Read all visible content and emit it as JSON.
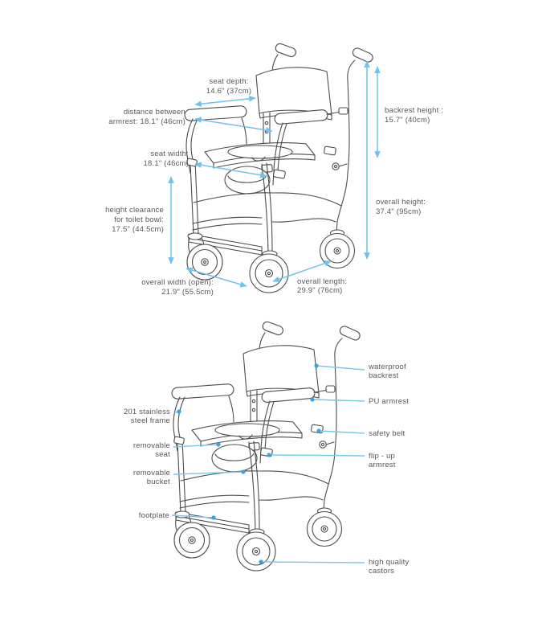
{
  "document": {
    "type": "product dimension and feature diagram",
    "subject": "shower commode wheelchair"
  },
  "colors": {
    "background": "#ffffff",
    "drawing_line": "#4c4c4f",
    "dimension_arrow": "#6fc2ec",
    "leader_line": "#7cc6ec",
    "callout_dot": "#38a2de",
    "label_text": "#58585b"
  },
  "dims": {
    "seat_depth": {
      "label": "seat depth:",
      "value": "14.6\" (37cm)"
    },
    "distance_armrest": {
      "label": "distance between",
      "value": "armrest: 18.1\" (46cm)"
    },
    "seat_width": {
      "label": "seat width:",
      "value": "18.1\" (46cm)"
    },
    "height_clearance": {
      "label": "height clearance",
      "label2": "for toilet bowl:",
      "value": "17.5\" (44.5cm)"
    },
    "backrest_height": {
      "label": "backrest height :",
      "value": "15.7\" (40cm)"
    },
    "overall_height": {
      "label": "overall height:",
      "value": "37.4\" (95cm)"
    },
    "overall_width": {
      "label": "overall width (open):",
      "value": "21.9\" (55.5cm)"
    },
    "overall_length": {
      "label": "overall length:",
      "value": "29.9\" (76cm)"
    }
  },
  "features": {
    "waterproof_backrest": {
      "line1": "waterproof",
      "line2": "backrest"
    },
    "pu_armrest": {
      "line1": "PU armrest"
    },
    "safety_belt": {
      "line1": "safety belt"
    },
    "flip_up_armrest": {
      "line1": "flip - up",
      "line2": "armrest"
    },
    "stainless_frame": {
      "line1": "201 stainless",
      "line2": "steel frame"
    },
    "removable_seat": {
      "line1": "removable",
      "line2": "seat"
    },
    "removable_bucket": {
      "line1": "removable",
      "line2": "bucket"
    },
    "footplate": {
      "line1": "footplate"
    },
    "castors": {
      "line1": "high quality",
      "line2": "castors"
    }
  }
}
